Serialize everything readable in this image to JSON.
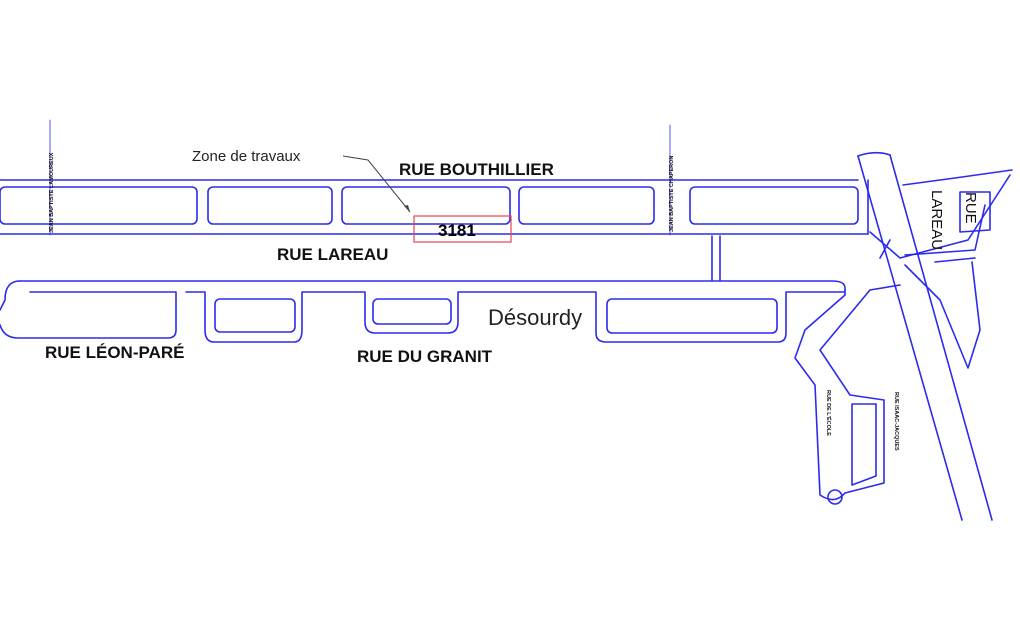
{
  "map": {
    "callout_label": "Zone de travaux",
    "work_zone_number": "3181",
    "streets": {
      "bouthillier": "RUE BOUTHILLIER",
      "lareau": "RUE LAREAU",
      "leon_pare": "RUE LÉON-PARÉ",
      "granit": "RUE DU GRANIT",
      "desourdy": "Désourdy",
      "lamoureux": "JEAN BAPTISTE LAMOUREUX",
      "chaperon": "JEAN BAPTISTE CHAPERON",
      "rue_short": "RUE",
      "lareau_vertical": "LAREAU",
      "ecole": "RUE DE L'ÉCOLE",
      "isaac_jacques": "RUE ISAAC-JACQUES"
    },
    "colors": {
      "roads": "#2b2bf0",
      "work_zone": "#e8434f",
      "callout": "#444444"
    }
  }
}
